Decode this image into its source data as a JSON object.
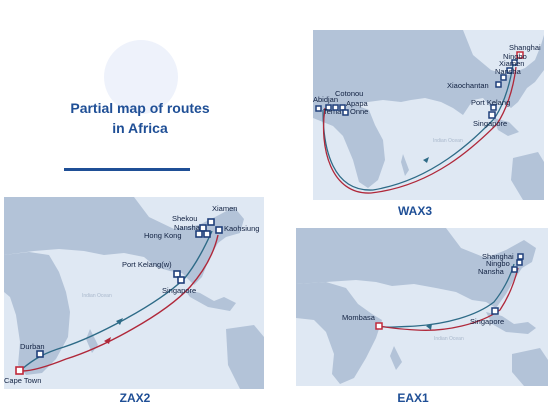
{
  "title": {
    "line1": "Partial map of routes",
    "line2": "in Africa"
  },
  "colors": {
    "title": "#1f4f96",
    "sea": "#dfe8f3",
    "land": "#b3c3d8",
    "route_blue": "#2e6b87",
    "route_red": "#b0283a",
    "port_icon": "#1f3f7a",
    "origin_icon": "#c0283a"
  },
  "maps": {
    "wax3": {
      "caption": "WAX3",
      "ports": [
        "Shanghai",
        "Ningbo",
        "Xiamen",
        "Nansha",
        "Xiaochantan",
        "Port Kelang",
        "Singapore",
        "Abidjan",
        "Tema",
        "Cotonou",
        "Apapa",
        "Onne"
      ],
      "ocean_label": "Indian Ocean"
    },
    "zax2": {
      "caption": "ZAX2",
      "ports": [
        "Xiamen",
        "Shekou",
        "Nansha",
        "Hong Kong",
        "Kaohsiung",
        "Port Kelang(w)",
        "Singapore",
        "Durban",
        "Cape Town"
      ],
      "ocean_label": "Indian Ocean"
    },
    "eax1": {
      "caption": "EAX1",
      "ports": [
        "Shanghai",
        "Ningbo",
        "Nansha",
        "Singapore",
        "Mombasa"
      ],
      "ocean_label": "Indian Ocean"
    }
  }
}
